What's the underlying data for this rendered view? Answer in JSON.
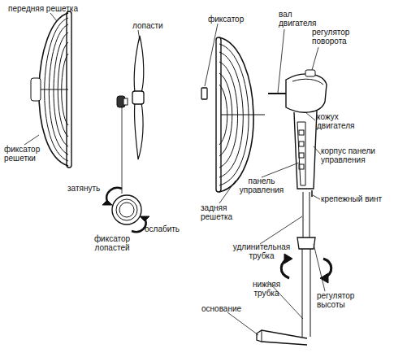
{
  "diagram": {
    "labels": [
      "передняя решетка",
      "лопасти",
      "фиксатор",
      "вал двигателя",
      "регулятор поворота",
      "кожух двигателя",
      "корпус панели управления",
      "панель управления",
      "крепежный винт",
      "фиксатор решетки",
      "затянуть",
      "ослабить",
      "фиксатор лопастей",
      "задняя решетка",
      "удлинительная трубка",
      "нижняя трубка",
      "регулятор высоты",
      "основание"
    ]
  }
}
